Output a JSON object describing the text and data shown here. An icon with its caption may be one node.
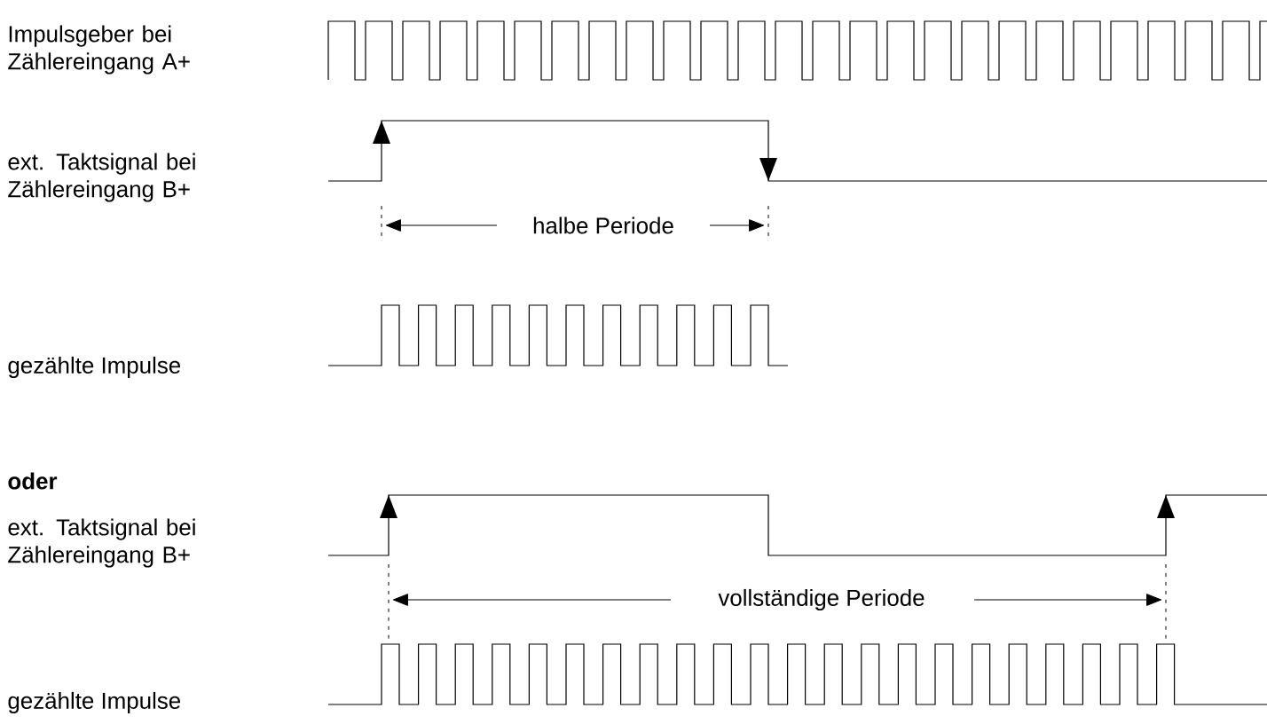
{
  "diagram": {
    "labels": [
      "Impulsgeber bei Zählereingang A+",
      "ext. Taktsignal bei Zählereingang B+",
      "halbe Periode",
      "gezählte Impulse",
      "oder",
      "ext. Taktsignal bei Zählereingang B+",
      "vollständige Periode",
      "gezählte Impulse"
    ]
  }
}
